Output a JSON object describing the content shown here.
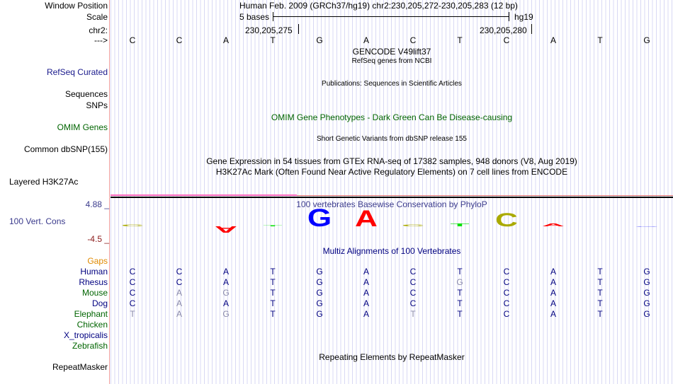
{
  "header": {
    "window_position_label": "Window Position",
    "scale_label": "Scale",
    "chr_label": "chr2:",
    "strand_label": "--->",
    "assembly_title": "Human Feb. 2009 (GRCh37/hg19)   chr2:230,205,272-230,205,283 (12 bp)",
    "scale_text": "5 bases",
    "scale_db": "hg19",
    "pos_left": "230,205,275",
    "pos_right": "230,205,280"
  },
  "bases": [
    "C",
    "C",
    "A",
    "T",
    "G",
    "A",
    "C",
    "T",
    "C",
    "A",
    "T",
    "G"
  ],
  "tracks": {
    "gencode_title": "GENCODE V49lift37",
    "refseq_title": "RefSeq genes from NCBI",
    "refseq_label": "RefSeq Curated",
    "pubs_title": "Publications: Sequences in Scientific Articles",
    "sequences_label": "Sequences",
    "snps_label": "SNPs",
    "omim_title": "OMIM Gene Phenotypes - Dark Green Can Be Disease-causing",
    "omim_label": "OMIM Genes",
    "dbsnp_title": "Short Genetic Variants from dbSNP release 155",
    "dbsnp_label": "Common dbSNP(155)",
    "gtex_title": "Gene Expression in 54 tissues from GTEx RNA-seq of 17382 samples, 948 donors (V8, Aug 2019)",
    "h3k_title": "H3K27Ac Mark (Often Found Near Active Regulatory Elements) on 7 cell lines from ENCODE",
    "h3k_label": "Layered H3K27Ac",
    "phylop_title": "100 vertebrates Basewise Conservation by PhyloP",
    "cons_label": "100 Vert. Cons",
    "cons_max": "4.88 _",
    "cons_min": "-4.5 _",
    "multiz_title": "Multiz Alignments of 100 Vertebrates",
    "gaps_label": "Gaps",
    "rmsk_title": "Repeating Elements by RepeatMasker",
    "rmsk_label": "RepeatMasker"
  },
  "phylop_scores": [
    0.3,
    0,
    -1.2,
    0.15,
    3.2,
    3.0,
    0.35,
    0.5,
    2.5,
    0.5,
    0,
    -0.1
  ],
  "colors": {
    "A": "#ff0000",
    "C": "#aaaa00",
    "G": "#0000ff",
    "T": "#00e000",
    "label_blue": "#1a1a8c",
    "label_green": "#006400",
    "gaps": "#e08a00",
    "cons_min": "#8b1a1a"
  },
  "species": [
    {
      "name": "Human",
      "color": "#000080",
      "seq": "CCATGACTCATG",
      "dim": "000000000000"
    },
    {
      "name": "Rhesus",
      "color": "#000080",
      "seq": "CCATGACGCATG",
      "dim": "000000010000"
    },
    {
      "name": "Mouse",
      "color": "#006400",
      "seq": "CAGTGACTCATG",
      "dim": "011000000000"
    },
    {
      "name": "Dog",
      "color": "#000080",
      "seq": "CAATGACTCATG",
      "dim": "010000000000"
    },
    {
      "name": "Elephant",
      "color": "#006400",
      "seq": "TAGTGATTCATG",
      "dim": "111000100000"
    },
    {
      "name": "Chicken",
      "color": "#006400",
      "seq": "",
      "dim": ""
    },
    {
      "name": "X_tropicalis",
      "color": "#000080",
      "seq": "",
      "dim": ""
    },
    {
      "name": "Zebrafish",
      "color": "#006400",
      "seq": "",
      "dim": ""
    }
  ]
}
